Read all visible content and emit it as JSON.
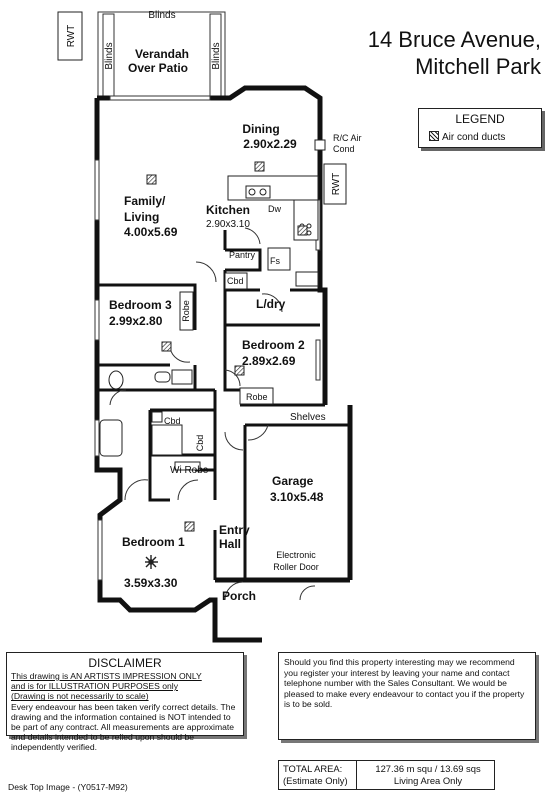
{
  "address": {
    "line1": "14 Bruce Avenue,",
    "line2": "Mitchell Park"
  },
  "legend": {
    "title": "LEGEND",
    "item": "Air cond ducts"
  },
  "labels": {
    "rwt": "RWT",
    "blinds": "Blinds",
    "verandah_1": "Verandah",
    "verandah_2": "Over Patio",
    "dining": "Dining",
    "dining_size": "2.90x2.29",
    "rc_air_1": "R/C Air",
    "rc_air_2": "Cond",
    "family_1": "Family/",
    "family_2": "Living",
    "family_size": "4.00x5.69",
    "kitchen": "Kitchen",
    "kitchen_size": "2.90x3.10",
    "dw": "Dw",
    "pantry": "Pantry",
    "fs": "Fs",
    "cbd": "Cbd",
    "ldry": "L/dry",
    "bed3": "Bedroom 3",
    "bed3_size": "2.99x2.80",
    "robe": "Robe",
    "bed2": "Bedroom 2",
    "bed2_size": "2.89x2.69",
    "shelves": "Shelves",
    "garage": "Garage",
    "garage_size": "3.10x5.48",
    "electronic": "Electronic",
    "roller_door": "Roller Door",
    "wi_robe": "Wi Robe",
    "entry": "Entry",
    "hall": "Hall",
    "bed1": "Bedroom 1",
    "bed1_size": "3.59x3.30",
    "porch": "Porch"
  },
  "disclaimer": {
    "title": "DISCLAIMER",
    "line1": "This drawing is AN ARTISTS IMPRESSION ONLY",
    "line2": "and is for ILLUSTRATION PURPOSES only",
    "line3": "(Drawing is not necessarily to scale)",
    "body": "Every endeavour has been taken verify correct details. The drawing and the information contained is NOT intended to be part of any contract. All measurements are approximate and details intended to be relied upon should be independently verified."
  },
  "note": "Should you find this property interesting may we recommend you register your interest by leaving your name and contact telephone number with the Sales Consultant. We would be pleased to make every endeavour to contact you if the property is to be sold.",
  "area": {
    "label_1": "TOTAL AREA:",
    "label_2": "(Estimate Only)",
    "value_1": "127.36 m squ /  13.69 sqs",
    "value_2": "Living Area Only"
  },
  "footer": "Desk Top Image - (Y0517-M92)"
}
